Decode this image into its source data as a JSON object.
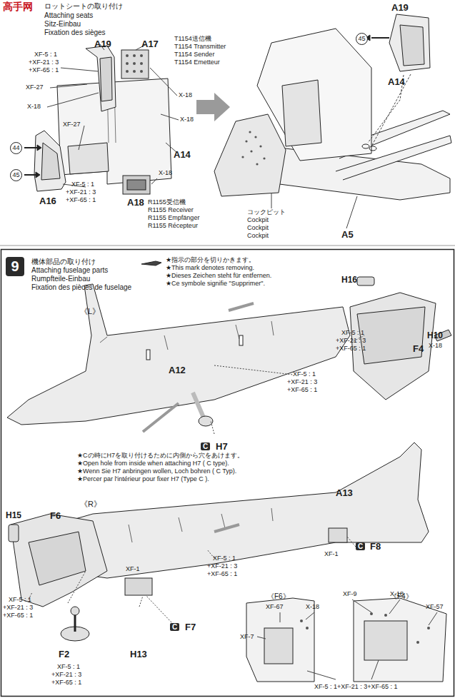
{
  "diagram": {
    "nodes": [
      {
        "text": [
          "9"
        ]
      }
    ],
    "labels": [
      "高手网",
      "ロットシートの取り付け",
      "Attaching seats",
      "Sitz-Einbau",
      "Fixation des sièges",
      "A19",
      "A17",
      "T1154送信機",
      "T1154 Transmitter",
      "T1154 Sender",
      "T1154 Emetteur",
      "XF-5 : 1",
      "+XF-21 : 3",
      "+XF-65 : 1",
      "XF-27",
      "X-18",
      "X-18",
      "X-18",
      "A14",
      "XF-27",
      "44",
      "45",
      "A16",
      "XF-5 : 1",
      "+XF-21 : 3",
      "+XF-65 : 1",
      "X-18",
      "A18",
      "R1155受信機",
      "R1155 Receiver",
      "R1155 Empfänger",
      "R1155 Récepteur",
      "A19",
      "45",
      "A14",
      "コックピット",
      "Cockpit",
      "Cockpit",
      "Cockpit",
      "A5",
      "機体部品の取り付け",
      "Attaching fuselage parts",
      "Rumpfteile-Einbau",
      "Fixation des pièces de fuselage",
      "★指示の部分を切りかきます。",
      "★This mark denotes removing.",
      "★Dieses Zeichen steht für entfernen.",
      "★Ce symbole signifie \"Supprimer\".",
      "H16",
      "《L》",
      "A12",
      "XF-5 : 1",
      "+XF-21 : 3",
      "+XF-65 : 1",
      "XF-5 : 1",
      "+XF-21 : 3",
      "+XF-65 : 1",
      "F4",
      "H10",
      "X-18",
      "C",
      "H7",
      "★Cの時にH7を取り付けるために内側から穴をあけます。",
      "★Open hole from inside when attaching H7 ( C type).",
      "★Wenn Sie H7 anbringen wollen, Loch bohren ( C Typ).",
      "★Percer par l'intérieur pour fixer H7 (Type C ).",
      "A13",
      "《R》",
      "H15",
      "F6",
      "XF-5 : 1",
      "+XF-21 : 3",
      "+XF-65 : 1",
      "C",
      "F8",
      "XF-1",
      "XF-1",
      "XF-5 : 1",
      "+XF-21 : 3",
      "+XF-65 : 1",
      "C",
      "F7",
      "F2",
      "H13",
      "XF-5 : 1",
      "+XF-21 : 3",
      "+XF-65 : 1",
      "《F6》",
      "《F4》",
      "XF-67",
      "X-18",
      "XF-9",
      "X-18",
      "XF-57",
      "XF-7",
      "XF-5 : 1+XF-21 : 3+XF-65 : 1"
    ]
  }
}
